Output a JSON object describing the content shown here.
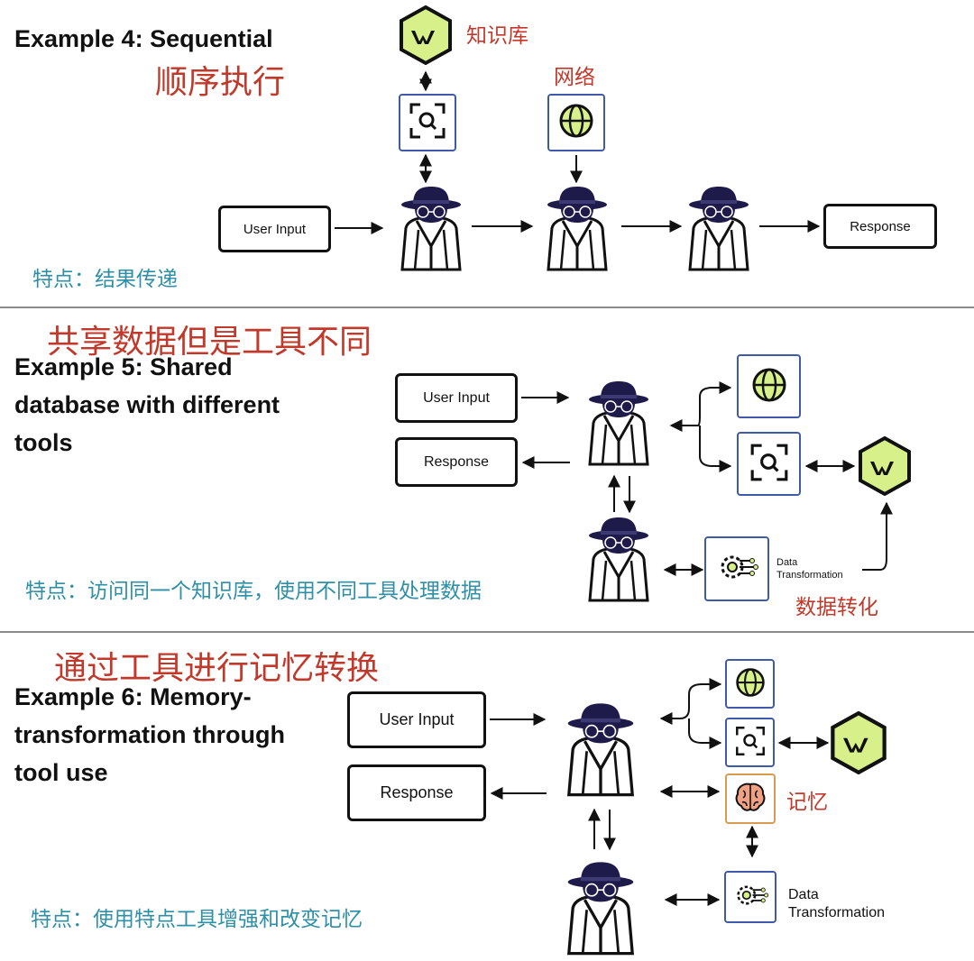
{
  "example4": {
    "title": "Example 4: Sequential",
    "cn_title": "顺序执行",
    "knowledge_label": "知识库",
    "network_label": "网络",
    "user_input": "User Input",
    "response": "Response",
    "feature": "特点：结果传递"
  },
  "example5": {
    "cn_title": "共享数据但是工具不同",
    "title_lines": [
      "Example 5: Shared",
      "database with different",
      "tools"
    ],
    "user_input": "User Input",
    "response": "Response",
    "data_transformation_lines": [
      "Data",
      "Transformation"
    ],
    "data_conversion_label": "数据转化",
    "feature": "特点：访问同一个知识库，使用不同工具处理数据"
  },
  "example6": {
    "cn_title": "通过工具进行记忆转换",
    "title_lines": [
      "Example 6: Memory-",
      "transformation through",
      "tool use"
    ],
    "user_input": "User Input",
    "response": "Response",
    "memory_label": "记忆",
    "data_transformation_lines": [
      "Data",
      "Transformation"
    ],
    "feature": "特点：使用特点工具增强和改变记忆"
  },
  "colors": {
    "title_red": "#c0392b",
    "feature_teal": "#2e8fa6",
    "tool_border": "#3f5aa8",
    "memory_border": "#d89b55",
    "hex_fill": "#d8f08a",
    "agent_navy": "#1e1b4b"
  },
  "icons": [
    "knowledge-base-hex-icon",
    "search-tool-icon",
    "globe-icon",
    "agent-spy-icon",
    "data-transformation-gear-icon",
    "brain-memory-icon"
  ]
}
